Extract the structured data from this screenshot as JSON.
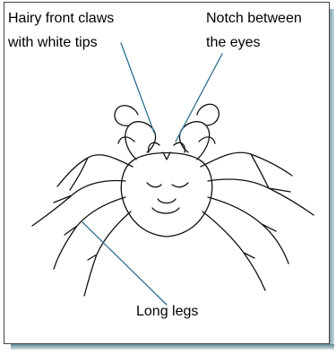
{
  "labels": {
    "claws_line1": "Hairy front claws",
    "claws_line2": "with white tips",
    "notch_line1": "Notch between",
    "notch_line2": "the eyes",
    "legs": "Long legs"
  },
  "colors": {
    "pointer": "#2d6f8f",
    "drawing": "#111111",
    "shadow": "#6f939b"
  }
}
